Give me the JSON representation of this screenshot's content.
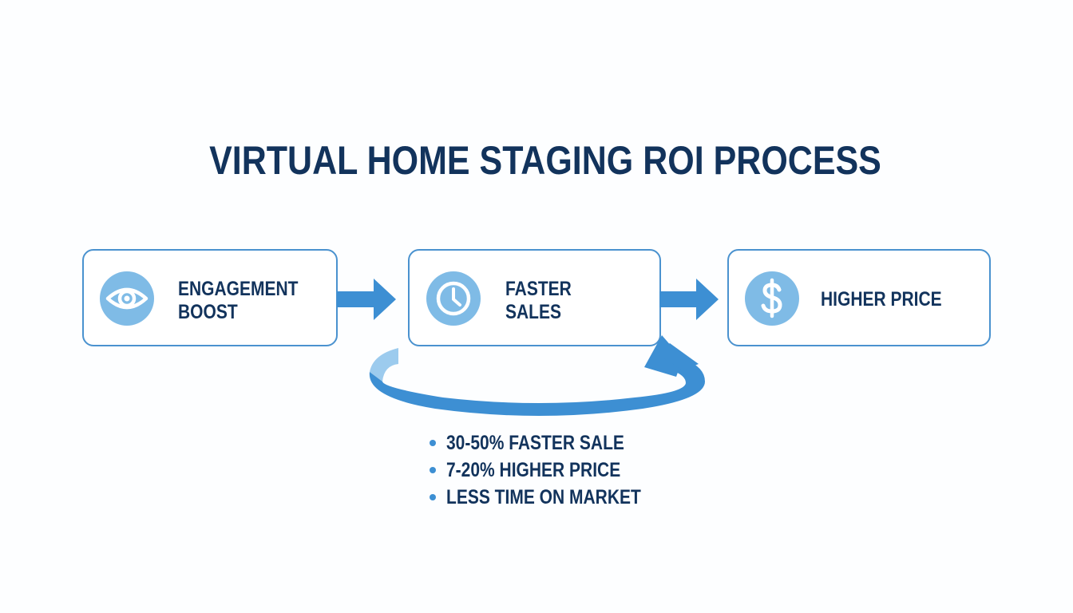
{
  "title": "VIRTUAL HOME STAGING ROI PROCESS",
  "colors": {
    "background": "#fdfeff",
    "text_dark_navy": "#12335c",
    "box_border": "#4a92cf",
    "icon_circle": "#7fbbe6",
    "arrow_blue": "#3d8fd3",
    "loop_tail_light": "#9ccbee"
  },
  "steps": [
    {
      "label": "ENGAGEMENT\nBOOST",
      "icon": "eye-icon"
    },
    {
      "label": "FASTER\nSALES",
      "icon": "clock-icon"
    },
    {
      "label": "HIGHER PRICE",
      "icon": "dollar-icon"
    }
  ],
  "connectors": [
    {
      "from": "ENGAGEMENT BOOST",
      "to": "FASTER SALES",
      "type": "right-arrow"
    },
    {
      "from": "FASTER SALES",
      "to": "HIGHER PRICE",
      "type": "right-arrow"
    },
    {
      "from": "HIGHER PRICE",
      "to": "ENGAGEMENT BOOST",
      "type": "feedback-loop"
    }
  ],
  "stats": [
    "30-50% FASTER SALE",
    "7-20% HIGHER PRICE",
    "LESS TIME ON MARKET"
  ]
}
